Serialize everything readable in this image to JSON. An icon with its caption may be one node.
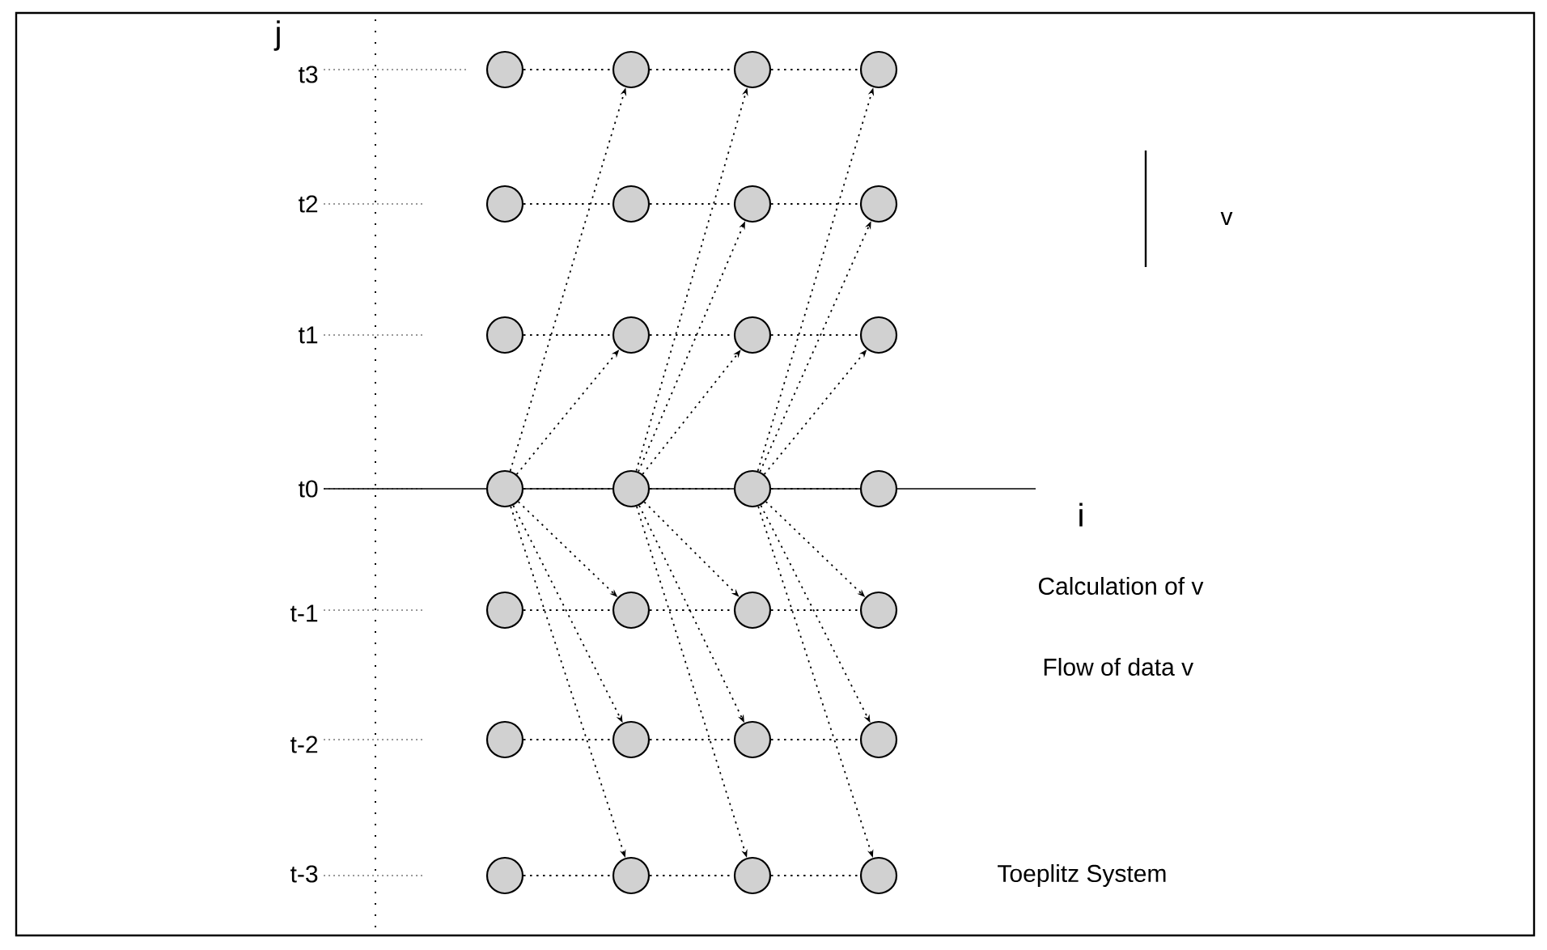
{
  "diagram": {
    "nodes": [
      {
        "text": [],
        "shape": "circle"
      },
      {
        "text": [],
        "shape": "circle"
      },
      {
        "text": [],
        "shape": "circle"
      },
      {
        "text": [],
        "shape": "circle"
      },
      {
        "text": [],
        "shape": "circle"
      },
      {
        "text": [],
        "shape": "circle"
      },
      {
        "text": [],
        "shape": "circle"
      },
      {
        "text": [],
        "shape": "circle"
      },
      {
        "text": [],
        "shape": "circle"
      },
      {
        "text": [],
        "shape": "circle"
      },
      {
        "text": [],
        "shape": "circle"
      },
      {
        "text": [],
        "shape": "circle"
      },
      {
        "text": [],
        "shape": "circle"
      },
      {
        "text": [],
        "shape": "circle"
      },
      {
        "text": [],
        "shape": "circle"
      },
      {
        "text": [],
        "shape": "circle"
      },
      {
        "text": [],
        "shape": "circle"
      },
      {
        "text": [],
        "shape": "circle"
      },
      {
        "text": [],
        "shape": "circle"
      },
      {
        "text": [],
        "shape": "circle"
      },
      {
        "text": [],
        "shape": "circle"
      },
      {
        "text": [],
        "shape": "circle"
      },
      {
        "text": [],
        "shape": "circle"
      },
      {
        "text": [],
        "shape": "circle"
      },
      {
        "text": [],
        "shape": "circle"
      },
      {
        "text": [],
        "shape": "circle"
      },
      {
        "text": [],
        "shape": "circle"
      },
      {
        "text": [],
        "shape": "circle"
      }
    ],
    "edges": [
      {
        "from": 0,
        "to": 1,
        "arrow": "none",
        "style": "dashed"
      },
      {
        "from": 1,
        "to": 2,
        "arrow": "none",
        "style": "dashed"
      },
      {
        "from": 2,
        "to": 3,
        "arrow": "none",
        "style": "dashed"
      },
      {
        "from": 4,
        "to": 5,
        "arrow": "none",
        "style": "dashed"
      },
      {
        "from": 5,
        "to": 6,
        "arrow": "none",
        "style": "dashed"
      },
      {
        "from": 6,
        "to": 7,
        "arrow": "none",
        "style": "dashed"
      },
      {
        "from": 8,
        "to": 9,
        "arrow": "none",
        "style": "dashed"
      },
      {
        "from": 9,
        "to": 10,
        "arrow": "none",
        "style": "dashed"
      },
      {
        "from": 10,
        "to": 11,
        "arrow": "none",
        "style": "dashed"
      },
      {
        "from": 12,
        "to": 13,
        "arrow": "none",
        "style": "dashed"
      },
      {
        "from": 13,
        "to": 14,
        "arrow": "none",
        "style": "dashed"
      },
      {
        "from": 14,
        "to": 15,
        "arrow": "none",
        "style": "dashed"
      },
      {
        "from": 16,
        "to": 17,
        "arrow": "none",
        "style": "dashed"
      },
      {
        "from": 17,
        "to": 18,
        "arrow": "none",
        "style": "dashed"
      },
      {
        "from": 18,
        "to": 19,
        "arrow": "none",
        "style": "dashed"
      },
      {
        "from": 20,
        "to": 21,
        "arrow": "none",
        "style": "dashed"
      },
      {
        "from": 21,
        "to": 22,
        "arrow": "none",
        "style": "dashed"
      },
      {
        "from": 22,
        "to": 23,
        "arrow": "none",
        "style": "dashed"
      },
      {
        "from": 24,
        "to": 25,
        "arrow": "none",
        "style": "dashed"
      },
      {
        "from": 25,
        "to": 26,
        "arrow": "none",
        "style": "dashed"
      },
      {
        "from": 26,
        "to": 27,
        "arrow": "none",
        "style": "dashed"
      },
      {
        "from": 12,
        "to": 1,
        "arrow": "to",
        "style": "dashed"
      },
      {
        "from": 12,
        "to": 9,
        "arrow": "to",
        "style": "dashed"
      },
      {
        "from": 13,
        "to": 2,
        "arrow": "to",
        "style": "dashed"
      },
      {
        "from": 13,
        "to": 6,
        "arrow": "to",
        "style": "dashed"
      },
      {
        "from": 13,
        "to": 10,
        "arrow": "to",
        "style": "dashed"
      },
      {
        "from": 14,
        "to": 3,
        "arrow": "to",
        "style": "dashed"
      },
      {
        "from": 14,
        "to": 7,
        "arrow": "to",
        "style": "dashed"
      },
      {
        "from": 14,
        "to": 11,
        "arrow": "to",
        "style": "dashed"
      },
      {
        "from": 12,
        "to": 17,
        "arrow": "to",
        "style": "dashed"
      },
      {
        "from": 12,
        "to": 21,
        "arrow": "to",
        "style": "dashed"
      },
      {
        "from": 12,
        "to": 25,
        "arrow": "to",
        "style": "dashed"
      },
      {
        "from": 13,
        "to": 18,
        "arrow": "to",
        "style": "dashed"
      },
      {
        "from": 13,
        "to": 22,
        "arrow": "to",
        "style": "dashed"
      },
      {
        "from": 13,
        "to": 26,
        "arrow": "to",
        "style": "dashed"
      },
      {
        "from": 14,
        "to": 19,
        "arrow": "to",
        "style": "dashed"
      },
      {
        "from": 14,
        "to": 23,
        "arrow": "to",
        "style": "dashed"
      },
      {
        "from": 14,
        "to": 27,
        "arrow": "to",
        "style": "dashed"
      }
    ],
    "labels": [
      "j",
      "t3",
      "v",
      "t2",
      "t1",
      "t0",
      "i",
      "Calculation of v",
      "t-1",
      "Flow of data v",
      "t-2",
      "t-3",
      "Toeplitz System"
    ]
  }
}
